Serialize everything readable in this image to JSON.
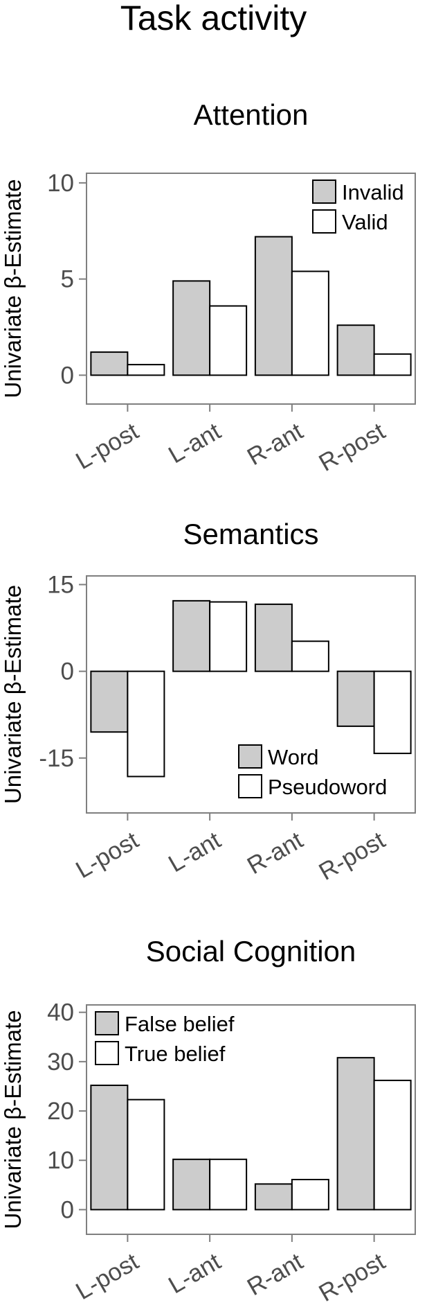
{
  "figure": {
    "title": "Task activity"
  },
  "chart_data": [
    {
      "type": "bar",
      "title": "Attention",
      "xlabel": "",
      "ylabel": "Univariate β-Estimate",
      "categories": [
        "L-post",
        "L-ant",
        "R-ant",
        "R-post"
      ],
      "series": [
        {
          "name": "Invalid",
          "values": [
            1.2,
            4.9,
            7.2,
            2.6
          ],
          "color": "#cccccc"
        },
        {
          "name": "Valid",
          "values": [
            0.55,
            3.6,
            5.4,
            1.1
          ],
          "color": "#ffffff"
        }
      ],
      "ylim": [
        -1.5,
        10.5
      ],
      "yticks": [
        0,
        5,
        10
      ],
      "grid": false,
      "legend": "top-right"
    },
    {
      "type": "bar",
      "title": "Semantics",
      "xlabel": "",
      "ylabel": "Univariate β-Estimate",
      "categories": [
        "L-post",
        "L-ant",
        "R-ant",
        "R-post"
      ],
      "series": [
        {
          "name": "Word",
          "values": [
            -10.5,
            12.2,
            11.6,
            -9.5
          ],
          "color": "#cccccc"
        },
        {
          "name": "Pseudoword",
          "values": [
            -18.2,
            12.0,
            5.2,
            -14.2
          ],
          "color": "#ffffff"
        }
      ],
      "ylim": [
        -24.5,
        16.5
      ],
      "yticks": [
        -15,
        0,
        15
      ],
      "grid": false,
      "legend": "bottom-right"
    },
    {
      "type": "bar",
      "title": "Social Cognition",
      "xlabel": "",
      "ylabel": "Univariate β-Estimate",
      "categories": [
        "L-post",
        "L-ant",
        "R-ant",
        "R-post"
      ],
      "series": [
        {
          "name": "False belief",
          "values": [
            25.2,
            10.2,
            5.2,
            30.8
          ],
          "color": "#cccccc"
        },
        {
          "name": "True belief",
          "values": [
            22.3,
            10.2,
            6.1,
            26.2
          ],
          "color": "#ffffff"
        }
      ],
      "ylim": [
        -5,
        41.5
      ],
      "yticks": [
        0,
        10,
        20,
        30,
        40
      ],
      "grid": false,
      "legend": "top-left"
    }
  ]
}
